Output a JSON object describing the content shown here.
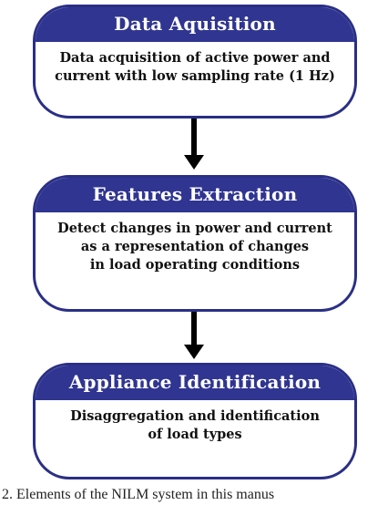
{
  "diagram": {
    "blocks": [
      {
        "title": "Data Aquisition",
        "body": "Data acquisition of active power and\ncurrent with low sampling rate (1 Hz)"
      },
      {
        "title": "Features Extraction",
        "body": "Detect changes in power and current\nas a representation of changes\nin load operating conditions"
      },
      {
        "title": "Appliance Identification",
        "body": "Disaggregation and identification\nof load types"
      }
    ],
    "caption": "2.   Elements of the NILM system in this manus"
  },
  "colors": {
    "header_fill": "#2f3590",
    "border": "#2a2f86",
    "arrow": "#000000"
  }
}
